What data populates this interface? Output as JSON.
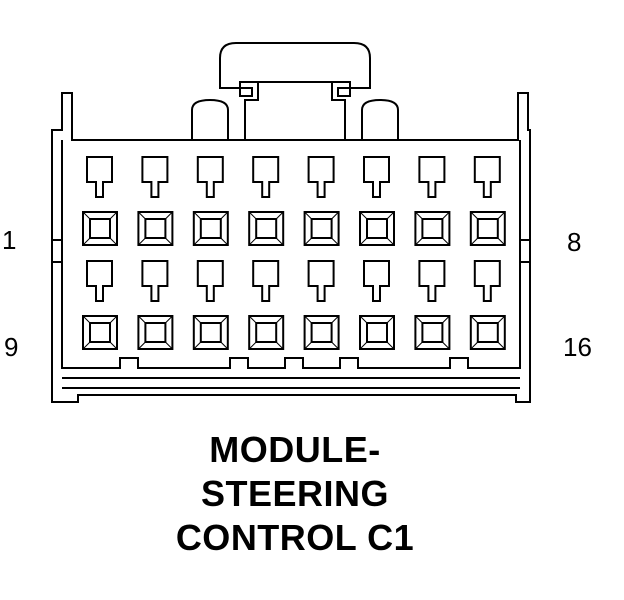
{
  "connector": {
    "title_lines": [
      "MODULE-",
      "STEERING",
      "CONTROL C1"
    ],
    "pin_labels": {
      "row1_left": "1",
      "row1_right": "8",
      "row2_left": "9",
      "row2_right": "16"
    },
    "rows": 2,
    "columns": 8,
    "line_color": "#000000",
    "background_color": "#ffffff"
  }
}
